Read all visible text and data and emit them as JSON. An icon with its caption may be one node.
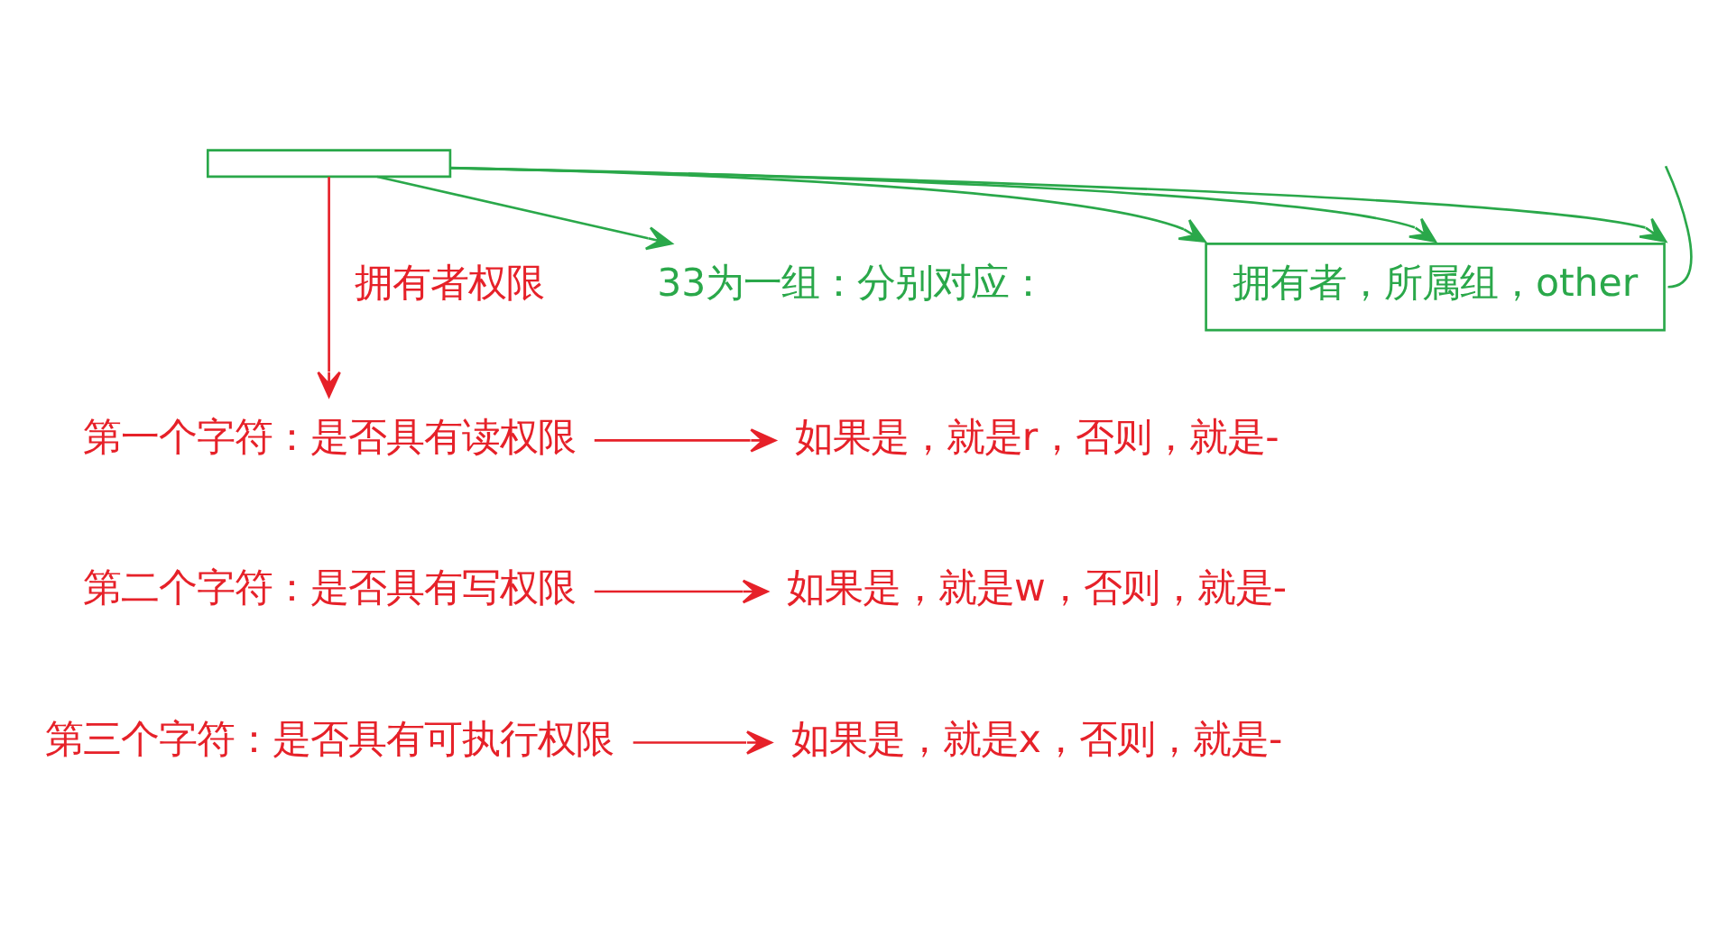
{
  "diagram": {
    "nodes": [
      {
        "text": [],
        "shape": "box"
      },
      {
        "text": [
          "33为一组：分别对应："
        ]
      },
      {
        "text": [
          "拥有者，所属组，other"
        ]
      },
      {
        "text": [
          "第一个字符：是否具有读权限"
        ]
      },
      {
        "text": [
          "如果是，就是r，否则，就是-"
        ]
      },
      {
        "text": [
          "第二个字符：是否具有写权限"
        ]
      },
      {
        "text": [
          "如果是，就是w，否则，就是-"
        ]
      },
      {
        "text": [
          "第三个字符：是否具有可执行权限"
        ]
      },
      {
        "text": [
          "如果是，就是x，否则，就是-"
        ]
      }
    ],
    "edges": [
      {
        "from": 0,
        "to": 3,
        "arrow": "to",
        "label": "拥有者权限",
        "color": "#e62129"
      },
      {
        "from": 0,
        "to": 1,
        "arrow": "to"
      },
      {
        "from": 0,
        "to": 2,
        "arrow": "to"
      },
      {
        "from": 0,
        "to": 2,
        "arrow": "to"
      },
      {
        "from": 0,
        "to": 2,
        "arrow": "to"
      },
      {
        "from": null,
        "to": 2,
        "arrow": "none"
      },
      {
        "from": 3,
        "to": 4,
        "arrow": "to",
        "color": "#e62129"
      },
      {
        "from": 5,
        "to": 6,
        "arrow": "to",
        "color": "#e62129"
      },
      {
        "from": 7,
        "to": 8,
        "arrow": "to",
        "color": "#e62129"
      }
    ]
  }
}
